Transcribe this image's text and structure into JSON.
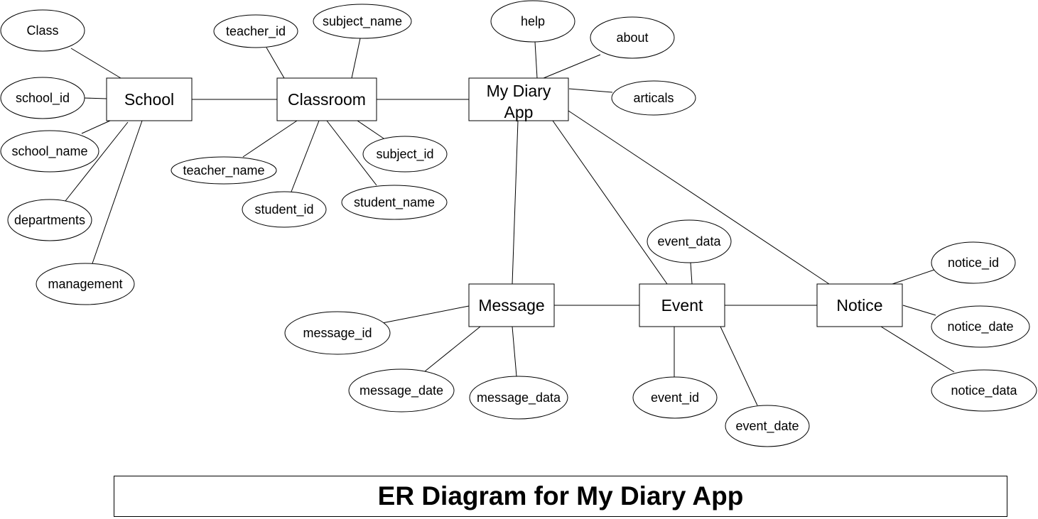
{
  "diagram": {
    "type": "er-diagram",
    "caption": "ER Diagram for My Diary App",
    "entities": [
      {
        "id": "school",
        "label": "School"
      },
      {
        "id": "classroom",
        "label": "Classroom"
      },
      {
        "id": "app",
        "label": "My Diary App"
      },
      {
        "id": "message",
        "label": "Message"
      },
      {
        "id": "event",
        "label": "Event"
      },
      {
        "id": "notice",
        "label": "Notice"
      }
    ],
    "attributes": [
      {
        "id": "class",
        "label": "Class",
        "entity": "school"
      },
      {
        "id": "school_id",
        "label": "school_id",
        "entity": "school"
      },
      {
        "id": "school_name",
        "label": "school_name",
        "entity": "school"
      },
      {
        "id": "departments",
        "label": "departments",
        "entity": "school"
      },
      {
        "id": "management",
        "label": "management",
        "entity": "school"
      },
      {
        "id": "teacher_id",
        "label": "teacher_id",
        "entity": "classroom"
      },
      {
        "id": "subject_name",
        "label": "subject_name",
        "entity": "classroom"
      },
      {
        "id": "teacher_name",
        "label": "teacher_name",
        "entity": "classroom"
      },
      {
        "id": "student_id",
        "label": "student_id",
        "entity": "classroom"
      },
      {
        "id": "subject_id",
        "label": "subject_id",
        "entity": "classroom"
      },
      {
        "id": "student_name",
        "label": "student_name",
        "entity": "classroom"
      },
      {
        "id": "help",
        "label": "help",
        "entity": "app"
      },
      {
        "id": "about",
        "label": "about",
        "entity": "app"
      },
      {
        "id": "articals",
        "label": "articals",
        "entity": "app"
      },
      {
        "id": "message_id",
        "label": "message_id",
        "entity": "message"
      },
      {
        "id": "message_date",
        "label": "message_date",
        "entity": "message"
      },
      {
        "id": "message_data",
        "label": "message_data",
        "entity": "message"
      },
      {
        "id": "event_data",
        "label": "event_data",
        "entity": "event"
      },
      {
        "id": "event_id",
        "label": "event_id",
        "entity": "event"
      },
      {
        "id": "event_date",
        "label": "event_date",
        "entity": "event"
      },
      {
        "id": "notice_id",
        "label": "notice_id",
        "entity": "notice"
      },
      {
        "id": "notice_date",
        "label": "notice_date",
        "entity": "notice"
      },
      {
        "id": "notice_data",
        "label": "notice_data",
        "entity": "notice"
      }
    ],
    "relationships": [
      {
        "from": "school",
        "to": "classroom"
      },
      {
        "from": "classroom",
        "to": "app"
      },
      {
        "from": "app",
        "to": "message"
      },
      {
        "from": "app",
        "to": "event"
      },
      {
        "from": "app",
        "to": "notice"
      },
      {
        "from": "message",
        "to": "event"
      },
      {
        "from": "event",
        "to": "notice"
      }
    ]
  }
}
